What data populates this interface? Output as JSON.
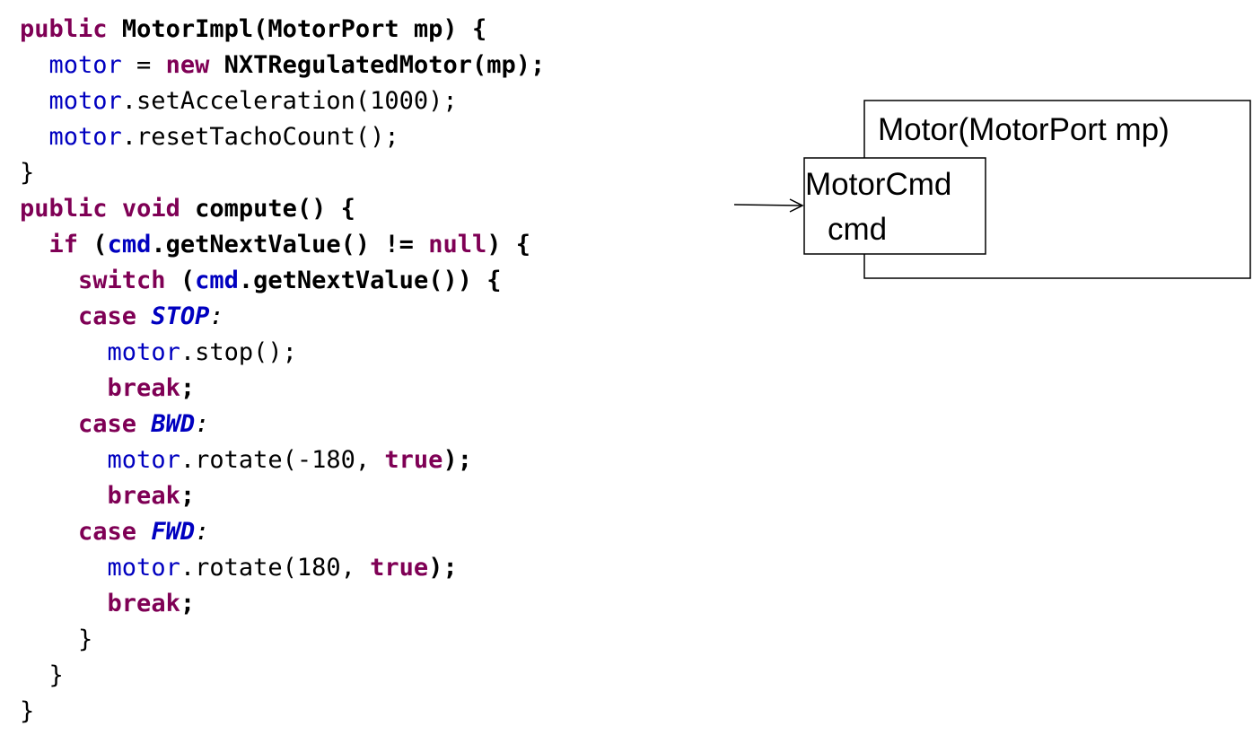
{
  "code": {
    "lines": [
      [
        {
          "t": "public",
          "c": "kw"
        },
        {
          "t": " "
        },
        {
          "t": "MotorImpl(MotorPort mp) {",
          "c": "b"
        }
      ],
      [
        {
          "t": "  "
        },
        {
          "t": "motor",
          "c": "fld"
        },
        {
          "t": " = "
        },
        {
          "t": "new",
          "c": "kw"
        },
        {
          "t": " "
        },
        {
          "t": "NXTRegulatedMotor(mp);",
          "c": "b"
        }
      ],
      [
        {
          "t": "  "
        },
        {
          "t": "motor",
          "c": "fld"
        },
        {
          "t": ".setAcceleration(1000);"
        }
      ],
      [
        {
          "t": "  "
        },
        {
          "t": "motor",
          "c": "fld"
        },
        {
          "t": ".resetTachoCount();"
        }
      ],
      [
        {
          "t": "}"
        }
      ],
      [
        {
          "t": "public",
          "c": "kw"
        },
        {
          "t": " "
        },
        {
          "t": "void",
          "c": "kw"
        },
        {
          "t": " "
        },
        {
          "t": "compute() {",
          "c": "b"
        }
      ],
      [
        {
          "t": "  "
        },
        {
          "t": "if",
          "c": "kw"
        },
        {
          "t": " ",
          "c": "b"
        },
        {
          "t": "(",
          "c": "b"
        },
        {
          "t": "cmd",
          "c": "fldb"
        },
        {
          "t": ".getNextValue() != ",
          "c": "b"
        },
        {
          "t": "null",
          "c": "kw"
        },
        {
          "t": ") {",
          "c": "b"
        }
      ],
      [
        {
          "t": "    "
        },
        {
          "t": "switch",
          "c": "kw"
        },
        {
          "t": " (",
          "c": "b"
        },
        {
          "t": "cmd",
          "c": "fldb"
        },
        {
          "t": ".getNextValue()) {",
          "c": "b"
        }
      ],
      [
        {
          "t": "    "
        },
        {
          "t": "case",
          "c": "kw"
        },
        {
          "t": " "
        },
        {
          "t": "STOP",
          "c": "cst"
        },
        {
          "t": ":",
          "c": "it"
        }
      ],
      [
        {
          "t": "      "
        },
        {
          "t": "motor",
          "c": "fld"
        },
        {
          "t": ".stop();"
        }
      ],
      [
        {
          "t": "      "
        },
        {
          "t": "break",
          "c": "kw"
        },
        {
          "t": ";",
          "c": "b"
        }
      ],
      [
        {
          "t": "    "
        },
        {
          "t": "case",
          "c": "kw"
        },
        {
          "t": " "
        },
        {
          "t": "BWD",
          "c": "cst"
        },
        {
          "t": ":",
          "c": "it"
        }
      ],
      [
        {
          "t": "      "
        },
        {
          "t": "motor",
          "c": "fld"
        },
        {
          "t": ".rotate(-180, "
        },
        {
          "t": "true",
          "c": "kw"
        },
        {
          "t": ");",
          "c": "b"
        }
      ],
      [
        {
          "t": "      "
        },
        {
          "t": "break",
          "c": "kw"
        },
        {
          "t": ";",
          "c": "b"
        }
      ],
      [
        {
          "t": "    "
        },
        {
          "t": "case",
          "c": "kw"
        },
        {
          "t": " "
        },
        {
          "t": "FWD",
          "c": "cst"
        },
        {
          "t": ":",
          "c": "it"
        }
      ],
      [
        {
          "t": "      "
        },
        {
          "t": "motor",
          "c": "fld"
        },
        {
          "t": ".rotate(180, "
        },
        {
          "t": "true",
          "c": "kw"
        },
        {
          "t": ");",
          "c": "b"
        }
      ],
      [
        {
          "t": "      "
        },
        {
          "t": "break",
          "c": "kw"
        },
        {
          "t": ";",
          "c": "b"
        }
      ],
      [
        {
          "t": "    }"
        }
      ],
      [
        {
          "t": "  }"
        }
      ],
      [
        {
          "t": "}"
        }
      ]
    ]
  },
  "diagram": {
    "outer_box_label": "Motor(MotorPort mp)",
    "inner_box_label_line1": "MotorCmd",
    "inner_box_label_line2": "cmd"
  },
  "colors": {
    "keyword": "#7f0055",
    "field": "#0000c0",
    "text": "#000000",
    "background": "#ffffff"
  }
}
